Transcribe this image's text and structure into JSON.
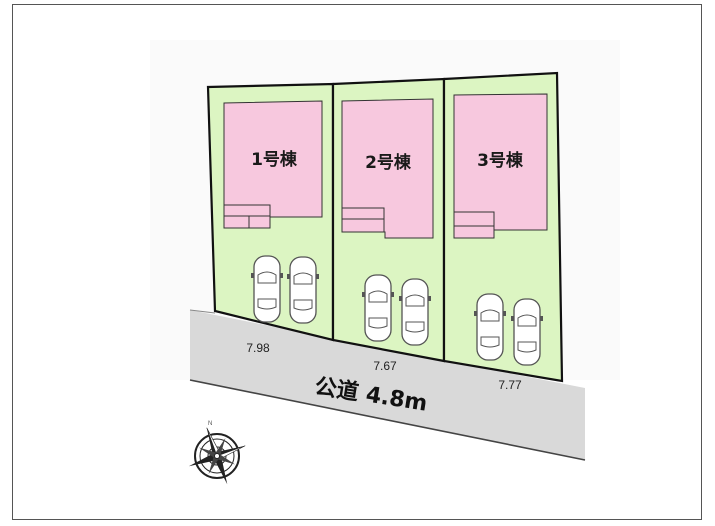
{
  "lots": [
    {
      "label": "1号棟",
      "frontage": "7.98"
    },
    {
      "label": "2号棟",
      "frontage": "7.67"
    },
    {
      "label": "3号棟",
      "frontage": "7.77"
    }
  ],
  "road": {
    "label": "公道 4.8m"
  },
  "compass": {
    "north_mark": "N"
  },
  "colors": {
    "lot_fill": "#dcf5c2",
    "house_fill": "#f7c8de",
    "road_fill": "#d9d9d9",
    "outline": "#111111"
  }
}
